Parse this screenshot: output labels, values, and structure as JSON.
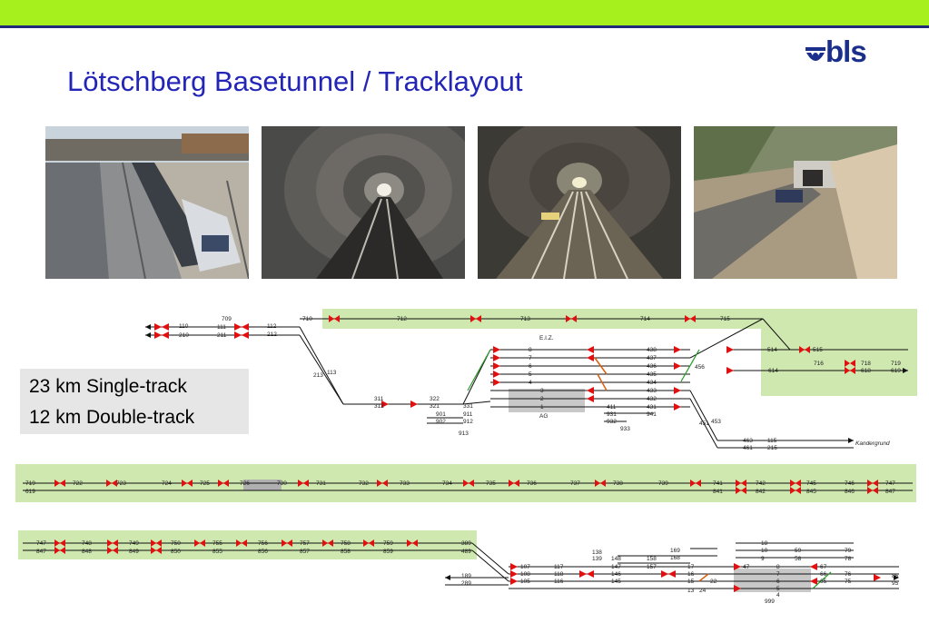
{
  "header": {
    "title": "Lötschberg Basetunnel / Tracklayout",
    "bar_color": "#a6f11d",
    "line_color": "#1e2a78"
  },
  "logo": {
    "text": "bls",
    "color": "#1a2f8c"
  },
  "photos": [
    "photo-station-freight-train",
    "photo-tunnel-single-tube",
    "photo-tunnel-crossover",
    "photo-tunnel-portal"
  ],
  "info": {
    "line1": "23 km Single-track",
    "line2": "12 km Double-track"
  },
  "diagram": {
    "section1": {
      "left_labels": [
        "110",
        "210",
        "709",
        "111",
        "211",
        "112",
        "212"
      ],
      "top_labels": [
        "710",
        "712",
        "713",
        "714",
        "715"
      ],
      "mid_labels": [
        "213",
        "113",
        "311",
        "312",
        "322",
        "321",
        "331",
        "901",
        "911",
        "902",
        "912",
        "913"
      ],
      "center_labels": [
        "E.I.Z.",
        "8",
        "7",
        "6",
        "5",
        "4",
        "3",
        "2",
        "1",
        "AG"
      ],
      "right_labels": [
        "438",
        "437",
        "436",
        "435",
        "434",
        "433",
        "432",
        "431",
        "411",
        "931",
        "941",
        "932",
        "933",
        "456",
        "451",
        "453",
        "463",
        "461",
        "115",
        "215"
      ],
      "far_right_labels": [
        "514",
        "515",
        "614",
        "716",
        "718",
        "618",
        "719",
        "619"
      ],
      "destination": "Kandergrund"
    },
    "section2": {
      "labels_top": [
        "719",
        "722",
        "723",
        "724",
        "725",
        "726",
        "730",
        "731",
        "732",
        "733",
        "734",
        "735",
        "736",
        "737",
        "738",
        "739",
        "741",
        "742",
        "745",
        "746",
        "747"
      ],
      "labels_bottom": [
        "619",
        "841",
        "842",
        "845",
        "846",
        "847"
      ]
    },
    "section3": {
      "labels_top": [
        "747",
        "748",
        "749",
        "750",
        "755",
        "756",
        "757",
        "758",
        "759",
        "389"
      ],
      "labels_bottom": [
        "847",
        "848",
        "849",
        "850",
        "855",
        "856",
        "857",
        "858",
        "859",
        "489"
      ],
      "right_labels": [
        "189",
        "289",
        "107",
        "108",
        "105",
        "117",
        "118",
        "116",
        "138",
        "139",
        "148",
        "147",
        "146",
        "145",
        "158",
        "157",
        "169",
        "168",
        "17",
        "16",
        "15",
        "13",
        "24",
        "22",
        "18",
        "10",
        "9",
        "8",
        "7",
        "6",
        "5",
        "4",
        "47",
        "59",
        "58",
        "67",
        "66",
        "65",
        "79",
        "78",
        "76",
        "75",
        "86",
        "95",
        "999"
      ]
    },
    "colors": {
      "green_zone": "#cfe8b0",
      "signal": "#e01010",
      "switch": "#d86010",
      "track": "#111111"
    }
  }
}
